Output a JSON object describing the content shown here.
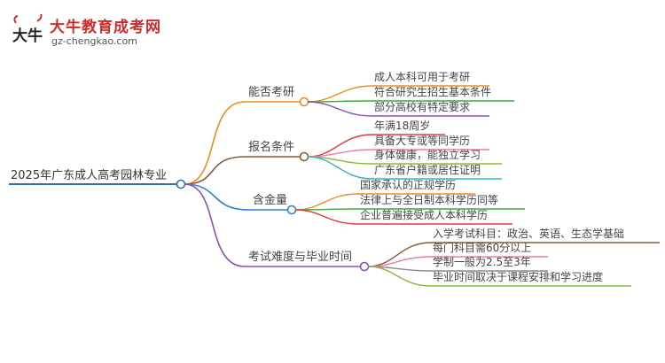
{
  "logo": {
    "title": "大牛教育成考网",
    "url": "gz-chengkao.com",
    "icon": "bull-logo-icon",
    "icon_text": "大牛"
  },
  "root": {
    "label": "2025年广东成人高考园林专业"
  },
  "branches": [
    {
      "label": "能否考研",
      "color": "#f08a1c",
      "items": [
        {
          "label": "成人本科可用于考研",
          "color": "#f08a1c"
        },
        {
          "label": "符合研究生招生基本条件",
          "color": "#3fa83b"
        },
        {
          "label": "部分高校有特定要求",
          "color": "#8a4fb5"
        }
      ]
    },
    {
      "label": "报名条件",
      "color": "#8b5a3c",
      "items": [
        {
          "label": "年满18周岁",
          "color": "#e23a3a"
        },
        {
          "label": "具备大专或等同学历",
          "color": "#f07aa8"
        },
        {
          "label": "身体健康，能独立学习",
          "color": "#8ab83a"
        },
        {
          "label": "广东省户籍或居住证明",
          "color": "#2fb5c5"
        }
      ]
    },
    {
      "label": "含金量",
      "color": "#2f7fd0",
      "items": [
        {
          "label": "国家承认的正规学历",
          "color": "#f08a1c"
        },
        {
          "label": "法律上与全日制本科学历同等",
          "color": "#3fa83b"
        },
        {
          "label": "企业普遍接受成人本科学历",
          "color": "#e23a3a"
        }
      ]
    },
    {
      "label": "考试难度与毕业时间",
      "color": "#8a4fb5",
      "items": [
        {
          "label": "入学考试科目：政治、英语、生态学基础",
          "color": "#8b5a3c"
        },
        {
          "label": "每门科目需60分以上",
          "color": "#f07aa8"
        },
        {
          "label": "学制一般为2.5至3年",
          "color": "#8a8a8a"
        },
        {
          "label": "毕业时间取决于课程安排和学习进度",
          "color": "#8ab83a"
        }
      ]
    }
  ]
}
